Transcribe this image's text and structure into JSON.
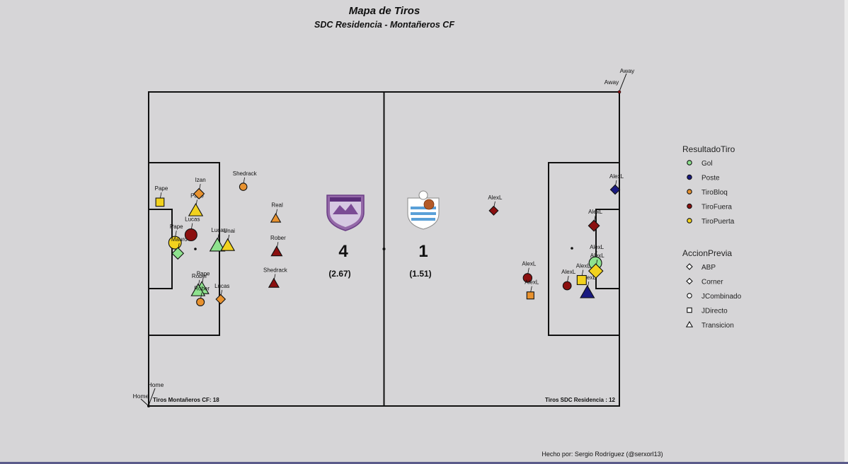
{
  "title": "Mapa de Tiros",
  "subtitle": "SDC Residencia - Montañeros CF",
  "credit": "Hecho por: Sergio Rodríguez (@serxorl13)",
  "colors": {
    "background": "#d6d5d7",
    "lines": "#111111",
    "Gol": "#8ee28e",
    "Poste": "#1a1a80",
    "TiroBloq": "#e8922f",
    "TiroFuera": "#8b0f0f",
    "TiroPuerta": "#f2d21e"
  },
  "chart_data": {
    "type": "scatter",
    "pitch": {
      "x_range": [
        0,
        100
      ],
      "y_range": [
        0,
        100
      ]
    },
    "direction_labels": {
      "top": "Away",
      "bottom": "Home"
    },
    "home_team": {
      "shots_label": "Tiros Montañeros CF: 18",
      "goals": "4",
      "xg": "(2.67)",
      "logo": "shield-logo"
    },
    "away_team": {
      "shots_label": "Tiros SDC Residencia : 12",
      "goals": "1",
      "xg": "(1.51)",
      "logo": "ball-crest-logo"
    },
    "legends": [
      {
        "title": "ResultadoTiro",
        "marker": "circle",
        "entries": [
          {
            "label": "Gol",
            "color": "#8ee28e"
          },
          {
            "label": "Poste",
            "color": "#1a1a80"
          },
          {
            "label": "TiroBloq",
            "color": "#e8922f"
          },
          {
            "label": "TiroFuera",
            "color": "#8b0f0f"
          },
          {
            "label": "TiroPuerta",
            "color": "#f2d21e"
          }
        ]
      },
      {
        "title": "AccionPrevia",
        "entries": [
          {
            "label": "ABP",
            "shape": "diamond"
          },
          {
            "label": "Corner",
            "shape": "diamond"
          },
          {
            "label": "JCombinado",
            "shape": "circle"
          },
          {
            "label": "JDirecto",
            "shape": "square"
          },
          {
            "label": "Transicion",
            "shape": "triangle"
          }
        ]
      }
    ],
    "shots": [
      {
        "player": "Pape",
        "x": 2.4,
        "y": 64.9,
        "result": "TiroPuerta",
        "action": "JDirecto",
        "xg": 0.08
      },
      {
        "player": "Izan",
        "x": 10.7,
        "y": 67.6,
        "result": "TiroBloq",
        "action": "ABP",
        "xg": 0.08
      },
      {
        "player": "Pape",
        "x": 10.0,
        "y": 62.2,
        "result": "TiroPuerta",
        "action": "Transicion",
        "xg": 0.2
      },
      {
        "player": "Shedrack",
        "x": 20.1,
        "y": 69.8,
        "result": "TiroBloq",
        "action": "JCombinado",
        "xg": 0.05
      },
      {
        "player": "Lucas",
        "x": 9.0,
        "y": 54.5,
        "result": "TiroFuera",
        "action": "JCombinado",
        "xg": 0.3
      },
      {
        "player": "Pape",
        "x": 5.6,
        "y": 52.0,
        "result": "TiroPuerta",
        "action": "JCombinado",
        "xg": 0.35
      },
      {
        "player": "Mauro",
        "x": 6.2,
        "y": 48.6,
        "result": "Gol",
        "action": "ABP",
        "xg": 0.12
      },
      {
        "player": "Lucas",
        "x": 14.6,
        "y": 51.1,
        "result": "Gol",
        "action": "Transicion",
        "xg": 0.25
      },
      {
        "player": "Unai",
        "x": 16.8,
        "y": 51.1,
        "result": "TiroPuerta",
        "action": "Transicion",
        "xg": 0.18
      },
      {
        "player": "Real",
        "x": 27.0,
        "y": 59.7,
        "result": "TiroBloq",
        "action": "Transicion",
        "xg": 0.05
      },
      {
        "player": "Rober",
        "x": 27.2,
        "y": 49.1,
        "result": "TiroFuera",
        "action": "Transicion",
        "xg": 0.08
      },
      {
        "player": "Shedrack",
        "x": 26.6,
        "y": 39.0,
        "result": "TiroFuera",
        "action": "Transicion",
        "xg": 0.06
      },
      {
        "player": "Pape",
        "x": 11.3,
        "y": 37.4,
        "result": "Gol",
        "action": "Transicion",
        "xg": 0.2
      },
      {
        "player": "Rober",
        "x": 10.5,
        "y": 36.7,
        "result": "Gol",
        "action": "Transicion",
        "xg": 0.18
      },
      {
        "player": "Rober",
        "x": 11.0,
        "y": 33.1,
        "result": "TiroBloq",
        "action": "JCombinado",
        "xg": 0.06
      },
      {
        "player": "Lucas",
        "x": 15.3,
        "y": 34.0,
        "result": "TiroBloq",
        "action": "ABP",
        "xg": 0.05
      },
      {
        "player": "AlexL",
        "x": 73.3,
        "y": 62.2,
        "result": "TiroFuera",
        "action": "ABP",
        "xg": 0.04
      },
      {
        "player": "AlexL",
        "x": 99.1,
        "y": 68.9,
        "result": "Poste",
        "action": "ABP",
        "xg": 0.05
      },
      {
        "player": "AlexL",
        "x": 94.6,
        "y": 57.4,
        "result": "TiroFuera",
        "action": "ABP",
        "xg": 0.1
      },
      {
        "player": "AlexL",
        "x": 94.9,
        "y": 45.5,
        "result": "Gol",
        "action": "JCombinado",
        "xg": 0.35
      },
      {
        "player": "AlexL",
        "x": 95.0,
        "y": 43.0,
        "result": "TiroPuerta",
        "action": "ABP",
        "xg": 0.25
      },
      {
        "player": "AlexL",
        "x": 92.0,
        "y": 40.1,
        "result": "TiroPuerta",
        "action": "JDirecto",
        "xg": 0.12
      },
      {
        "player": "AlexL",
        "x": 93.2,
        "y": 36.1,
        "result": "Poste",
        "action": "Transicion",
        "xg": 0.2
      },
      {
        "player": "AlexL",
        "x": 88.9,
        "y": 38.3,
        "result": "TiroFuera",
        "action": "JCombinado",
        "xg": 0.08
      },
      {
        "player": "AlexL",
        "x": 80.5,
        "y": 40.8,
        "result": "TiroFuera",
        "action": "JCombinado",
        "xg": 0.1
      },
      {
        "player": "AlexL",
        "x": 81.1,
        "y": 35.2,
        "result": "TiroBloq",
        "action": "JDirecto",
        "xg": 0.04
      }
    ]
  }
}
